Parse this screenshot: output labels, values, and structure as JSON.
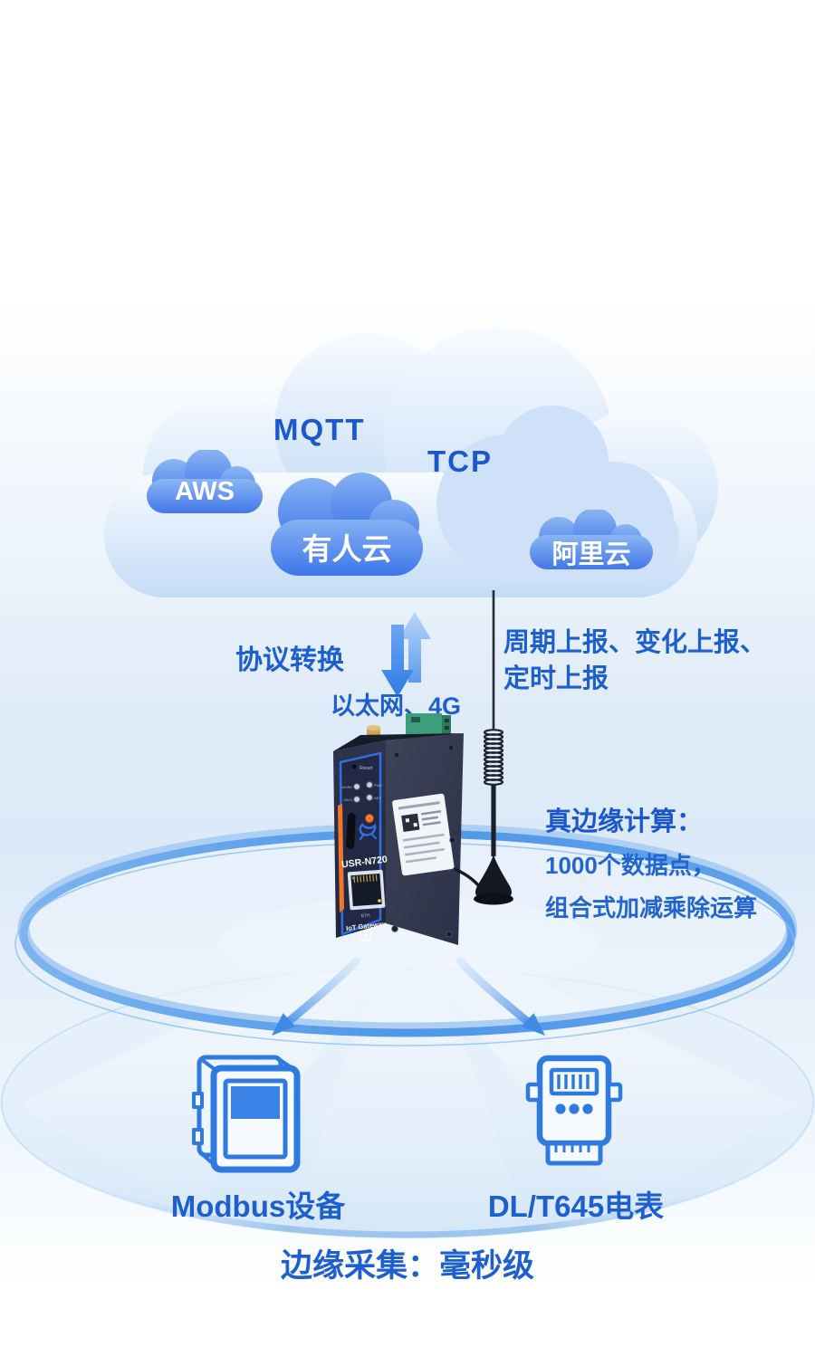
{
  "colors": {
    "text_blue": "#1d5fce",
    "cloud_light_top": "#f6fafe",
    "cloud_light_bottom": "#c6dcf6",
    "cloud_medium": "#cfe1f8",
    "badge_cloud_top": "#8cb6f3",
    "badge_cloud_bottom": "#4177e9",
    "arrow_blue": "#3f89e6",
    "ring_blue": "#5b9deb",
    "icon_blue": "#2f7ae0",
    "device_navy": "#262c3f",
    "device_panel_blue": "#2e6fe2",
    "device_orange": "#f2762a",
    "terminal_green": "#3d9e7c"
  },
  "cloud": {
    "protocols": [
      {
        "label": "MQTT"
      },
      {
        "label": "TCP"
      }
    ],
    "platforms": [
      {
        "label": "AWS"
      },
      {
        "label": "有人云"
      },
      {
        "label": "阿里云"
      }
    ]
  },
  "link": {
    "left_label": "协议转换",
    "right_line1": "周期上报、变化上报、",
    "right_line2": "定时上报",
    "medium_label": "以太网、4G"
  },
  "device": {
    "reset": "Reset",
    "led_left_top": "WORK",
    "led_right_top": "PWR",
    "led_left_bottom": "DATA",
    "led_right_bottom": "NET",
    "model": "USR-N720",
    "port": "ETH",
    "type": "IoT Gateway"
  },
  "edge": {
    "title": "真边缘计算：",
    "line1": "1000个数据点，",
    "line2": "组合式加减乘除运算"
  },
  "endpoints": [
    {
      "label": "Modbus设备"
    },
    {
      "label": "DL/T645电表"
    }
  ],
  "footer": {
    "caption": "边缘采集：毫秒级"
  }
}
